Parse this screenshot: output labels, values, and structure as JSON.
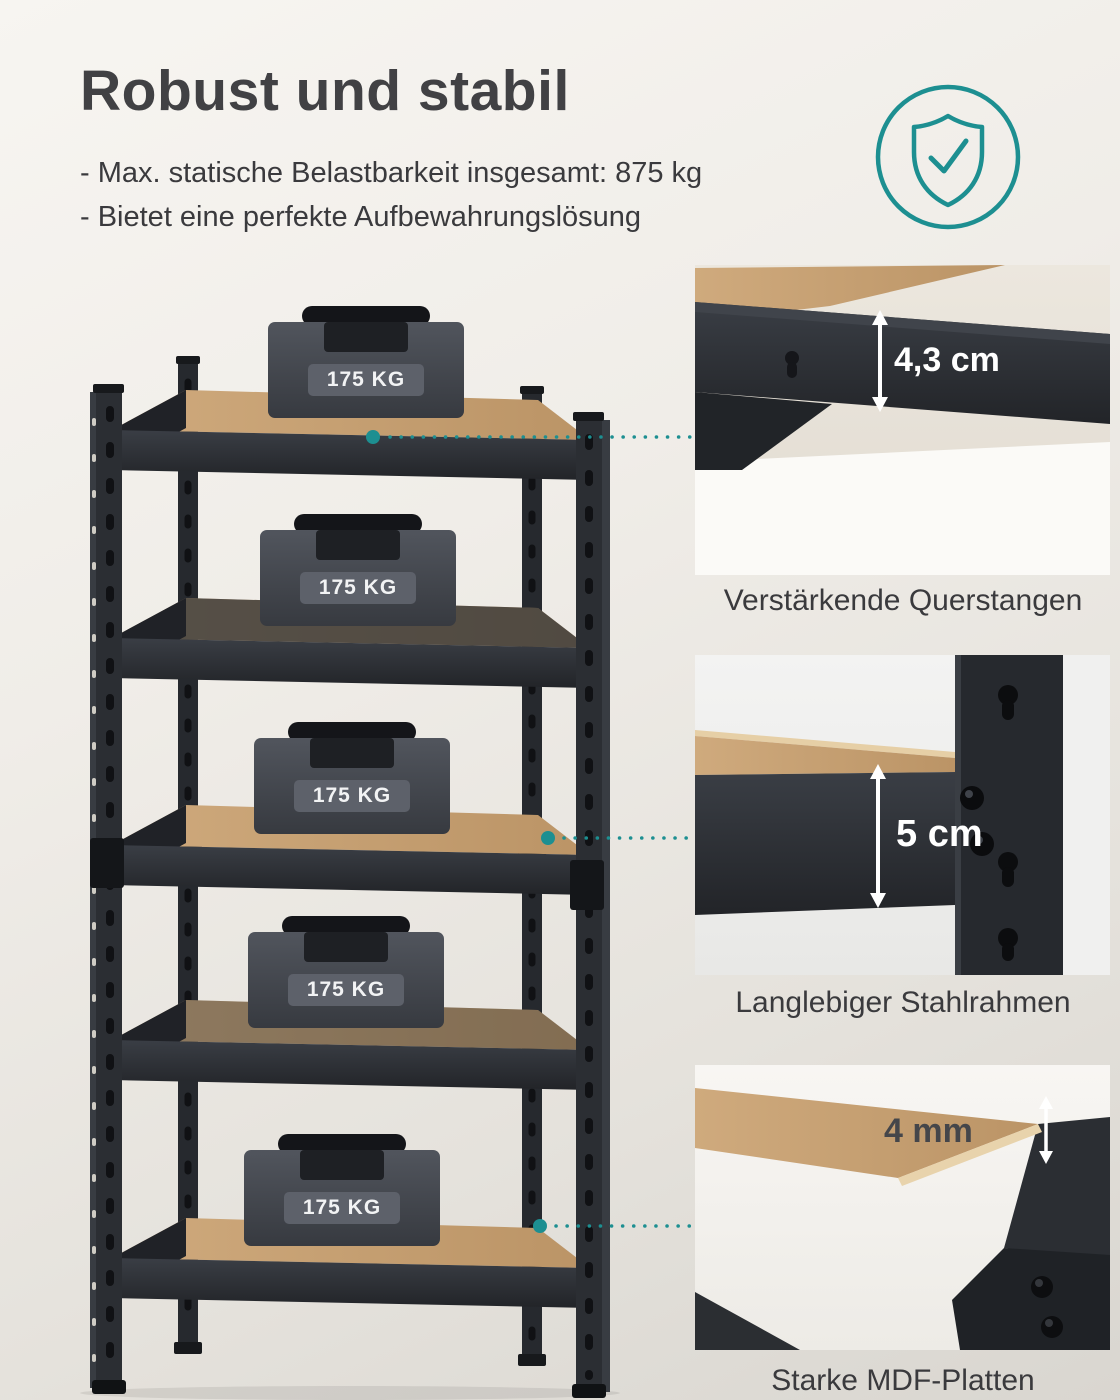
{
  "page": {
    "title": "Robust und stabil",
    "bullets": [
      "- Max. statische Belastbarkeit insgesamt: 875 kg",
      "- Bietet eine perfekte Aufbewahrungslösung"
    ]
  },
  "badge": {
    "icon": "shield-check"
  },
  "shelf": {
    "weight_label": "175 KG",
    "tiers": 5
  },
  "callouts": [
    {
      "measurement": "4,3 cm",
      "caption": "Verstärkende Querstangen"
    },
    {
      "measurement": "5 cm",
      "caption": "Langlebiger Stahlrahmen"
    },
    {
      "measurement": "4 mm",
      "caption": "Starke MDF-Platten"
    }
  ],
  "colors": {
    "accent": "#1d8f91",
    "metal": "#2c2f34",
    "wood": "#c8a478",
    "text": "#3b3b3d"
  }
}
